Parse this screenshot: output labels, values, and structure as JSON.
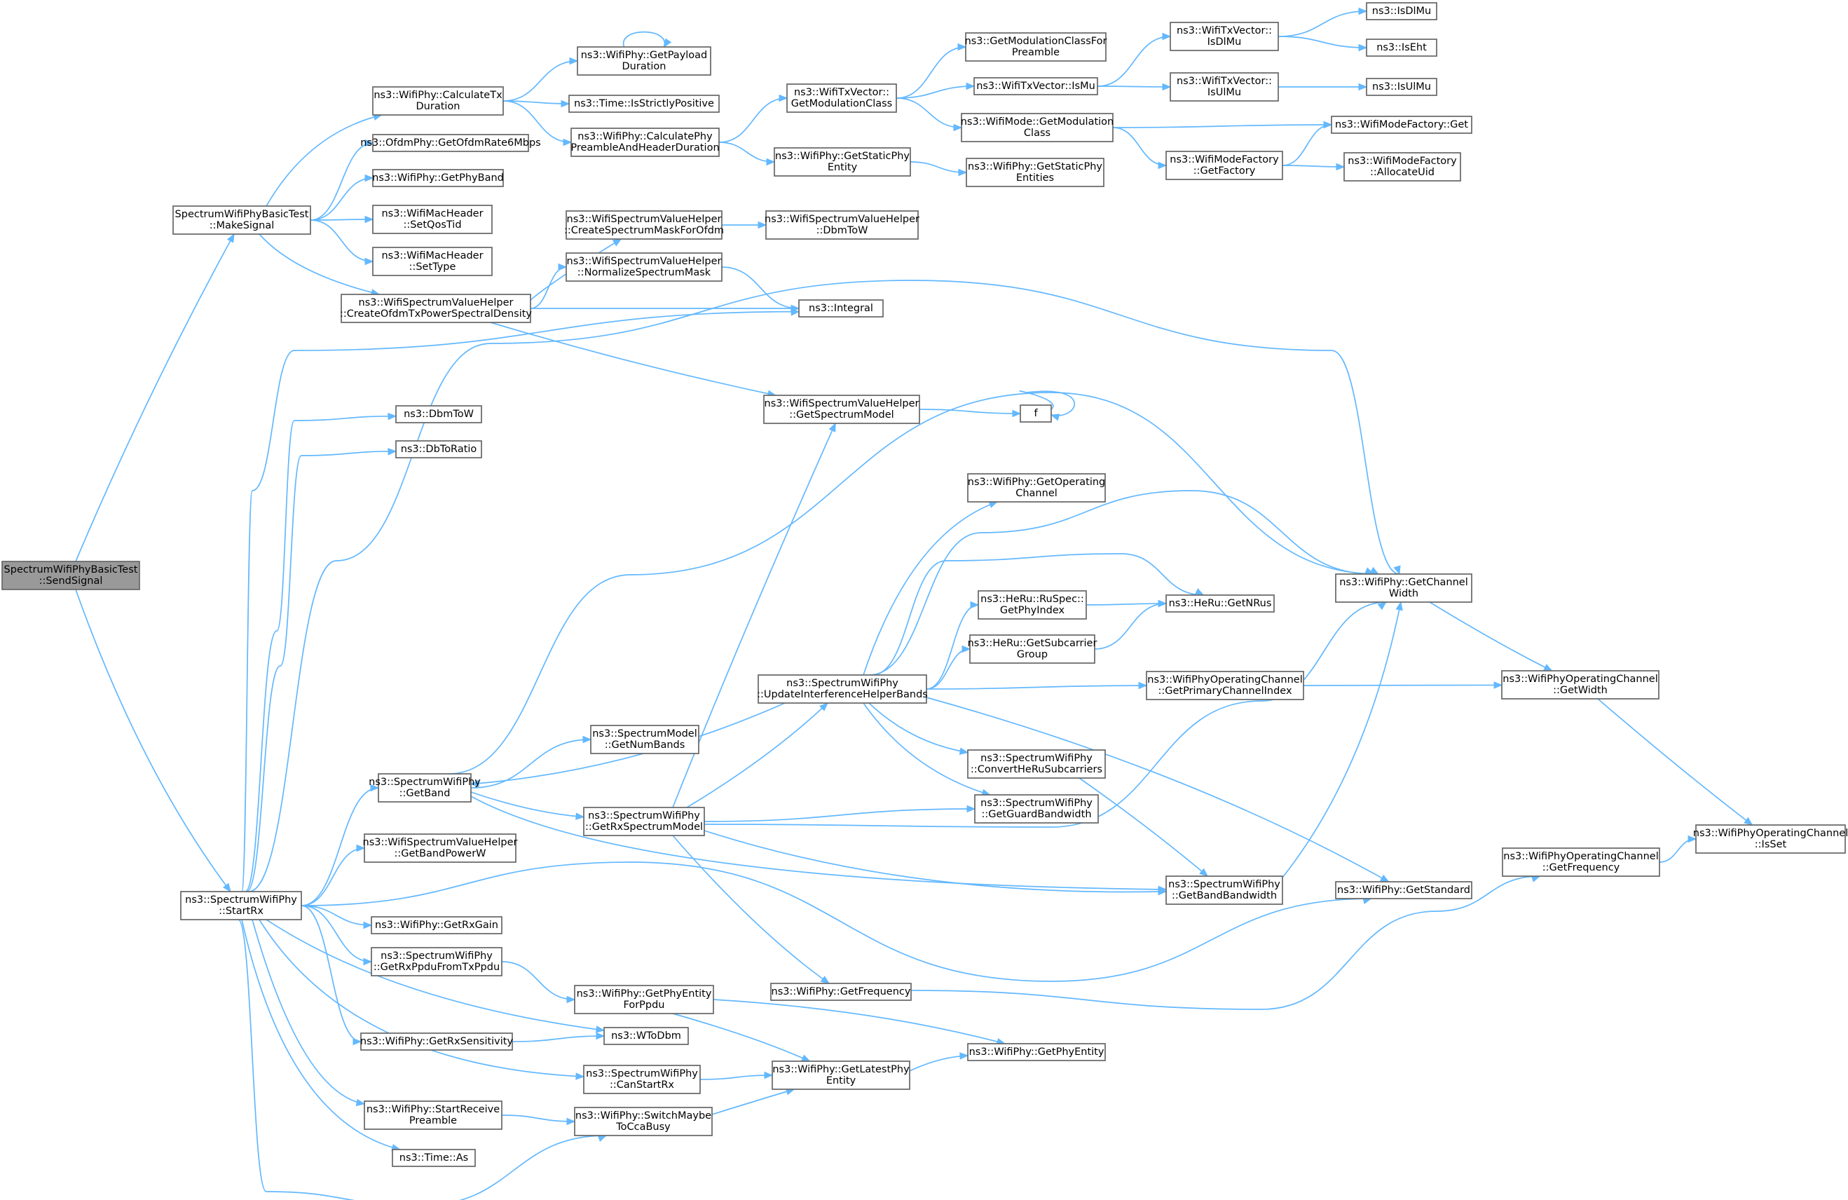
{
  "title": "",
  "colors": {
    "edge": "#63b8ff",
    "node_border": "#666666",
    "root_fill": "#999999",
    "node_fill": "#ffffff"
  },
  "nodes": [
    {
      "id": "sendSignal",
      "lines": [
        "SpectrumWifiPhyBasicTest",
        "::SendSignal"
      ],
      "root": true
    },
    {
      "id": "makeSignal",
      "lines": [
        "SpectrumWifiPhyBasicTest",
        "::MakeSignal"
      ]
    },
    {
      "id": "startRx",
      "lines": [
        "ns3::SpectrumWifiPhy",
        "::StartRx"
      ]
    },
    {
      "id": "calcTxDuration",
      "lines": [
        "ns3::WifiPhy::CalculateTx",
        "Duration"
      ]
    },
    {
      "id": "ofdmRate",
      "lines": [
        "ns3::OfdmPhy::GetOfdmRate6Mbps"
      ]
    },
    {
      "id": "getPhyBand",
      "lines": [
        "ns3::WifiPhy::GetPhyBand"
      ]
    },
    {
      "id": "setQosTid",
      "lines": [
        "ns3::WifiMacHeader",
        "::SetQosTid"
      ]
    },
    {
      "id": "setType",
      "lines": [
        "ns3::WifiMacHeader",
        "::SetType"
      ]
    },
    {
      "id": "createOfdmTxPsd",
      "lines": [
        "ns3::WifiSpectrumValueHelper",
        "::CreateOfdmTxPowerSpectralDensity"
      ]
    },
    {
      "id": "getPayloadDuration",
      "lines": [
        "ns3::WifiPhy::GetPayload",
        "Duration"
      ]
    },
    {
      "id": "isStrictlyPositive",
      "lines": [
        "ns3::Time::IsStrictlyPositive"
      ]
    },
    {
      "id": "calcPreamble",
      "lines": [
        "ns3::WifiPhy::CalculatePhy",
        "PreambleAndHeaderDuration"
      ]
    },
    {
      "id": "createSpectrumMask",
      "lines": [
        "ns3::WifiSpectrumValueHelper",
        "::CreateSpectrumMaskForOfdm"
      ]
    },
    {
      "id": "normalizeMask",
      "lines": [
        "ns3::WifiSpectrumValueHelper",
        "::NormalizeSpectrumMask"
      ]
    },
    {
      "id": "wsvhDbmToW",
      "lines": [
        "ns3::WifiSpectrumValueHelper",
        "::DbmToW"
      ]
    },
    {
      "id": "integral",
      "lines": [
        "ns3::Integral"
      ]
    },
    {
      "id": "getModClass",
      "lines": [
        "ns3::WifiTxVector::",
        "GetModulationClass"
      ]
    },
    {
      "id": "getStaticPhyEntity",
      "lines": [
        "ns3::WifiPhy::GetStaticPhy",
        "Entity"
      ]
    },
    {
      "id": "getModClassPreamble",
      "lines": [
        "ns3::GetModulationClassFor",
        "Preamble"
      ]
    },
    {
      "id": "isMu",
      "lines": [
        "ns3::WifiTxVector::IsMu"
      ]
    },
    {
      "id": "wifiModeGetModClass",
      "lines": [
        "ns3::WifiMode::GetModulation",
        "Class"
      ]
    },
    {
      "id": "getStaticPhyEntities",
      "lines": [
        "ns3::WifiPhy::GetStaticPhy",
        "Entities"
      ]
    },
    {
      "id": "txvIsDlMu",
      "lines": [
        "ns3::WifiTxVector::",
        "IsDlMu"
      ]
    },
    {
      "id": "txvIsUlMu",
      "lines": [
        "ns3::WifiTxVector::",
        "IsUlMu"
      ]
    },
    {
      "id": "getFactory",
      "lines": [
        "ns3::WifiModeFactory",
        "::GetFactory"
      ]
    },
    {
      "id": "isDlMu",
      "lines": [
        "ns3::IsDlMu"
      ]
    },
    {
      "id": "isEht",
      "lines": [
        "ns3::IsEht"
      ]
    },
    {
      "id": "isUlMu",
      "lines": [
        "ns3::IsUlMu"
      ]
    },
    {
      "id": "factoryGet",
      "lines": [
        "ns3::WifiModeFactory::Get"
      ]
    },
    {
      "id": "allocateUid",
      "lines": [
        "ns3::WifiModeFactory",
        "::AllocateUid"
      ]
    },
    {
      "id": "dbmToW",
      "lines": [
        "ns3::DbmToW"
      ]
    },
    {
      "id": "dbToRatio",
      "lines": [
        "ns3::DbToRatio"
      ]
    },
    {
      "id": "getSpectrumModel",
      "lines": [
        "ns3::WifiSpectrumValueHelper",
        "::GetSpectrumModel"
      ]
    },
    {
      "id": "f",
      "lines": [
        "f"
      ]
    },
    {
      "id": "getOperatingChannel",
      "lines": [
        "ns3::WifiPhy::GetOperating",
        "Channel"
      ]
    },
    {
      "id": "getChannelWidth",
      "lines": [
        "ns3::WifiPhy::GetChannel",
        "Width"
      ]
    },
    {
      "id": "getPhyIndex",
      "lines": [
        "ns3::HeRu::RuSpec::",
        "GetPhyIndex"
      ]
    },
    {
      "id": "getNRus",
      "lines": [
        "ns3::HeRu::GetNRus"
      ]
    },
    {
      "id": "getSubcarrierGroup",
      "lines": [
        "ns3::HeRu::GetSubcarrier",
        "Group"
      ]
    },
    {
      "id": "updateInterference",
      "lines": [
        "ns3::SpectrumWifiPhy",
        "::UpdateInterferenceHelperBands"
      ]
    },
    {
      "id": "getPrimaryChannelIndex",
      "lines": [
        "ns3::WifiPhyOperatingChannel",
        "::GetPrimaryChannelIndex"
      ]
    },
    {
      "id": "opGetWidth",
      "lines": [
        "ns3::WifiPhyOperatingChannel",
        "::GetWidth"
      ]
    },
    {
      "id": "getNumBands",
      "lines": [
        "ns3::SpectrumModel",
        "::GetNumBands"
      ]
    },
    {
      "id": "convertHeRu",
      "lines": [
        "ns3::SpectrumWifiPhy",
        "::ConvertHeRuSubcarriers"
      ]
    },
    {
      "id": "getBand",
      "lines": [
        "ns3::SpectrumWifiPhy",
        "::GetBand"
      ]
    },
    {
      "id": "getRxSpectrumModel",
      "lines": [
        "ns3::SpectrumWifiPhy",
        "::GetRxSpectrumModel"
      ]
    },
    {
      "id": "getGuardBandwidth",
      "lines": [
        "ns3::SpectrumWifiPhy",
        "::GetGuardBandwidth"
      ]
    },
    {
      "id": "getBandPowerW",
      "lines": [
        "ns3::WifiSpectrumValueHelper",
        "::GetBandPowerW"
      ]
    },
    {
      "id": "opIsSet",
      "lines": [
        "ns3::WifiPhyOperatingChannel",
        "::IsSet"
      ]
    },
    {
      "id": "opGetFrequency",
      "lines": [
        "ns3::WifiPhyOperatingChannel",
        "::GetFrequency"
      ]
    },
    {
      "id": "getBandBandwidth",
      "lines": [
        "ns3::SpectrumWifiPhy",
        "::GetBandBandwidth"
      ]
    },
    {
      "id": "getStandard",
      "lines": [
        "ns3::WifiPhy::GetStandard"
      ]
    },
    {
      "id": "getRxGain",
      "lines": [
        "ns3::WifiPhy::GetRxGain"
      ]
    },
    {
      "id": "getRxPpdu",
      "lines": [
        "ns3::SpectrumWifiPhy",
        "::GetRxPpduFromTxPpdu"
      ]
    },
    {
      "id": "getFrequency",
      "lines": [
        "ns3::WifiPhy::GetFrequency"
      ]
    },
    {
      "id": "getPhyEntityForPpdu",
      "lines": [
        "ns3::WifiPhy::GetPhyEntity",
        "ForPpdu"
      ]
    },
    {
      "id": "getRxSensitivity",
      "lines": [
        "ns3::WifiPhy::GetRxSensitivity"
      ]
    },
    {
      "id": "wToDbm",
      "lines": [
        "ns3::WToDbm"
      ]
    },
    {
      "id": "getPhyEntity",
      "lines": [
        "ns3::WifiPhy::GetPhyEntity"
      ]
    },
    {
      "id": "canStartRx",
      "lines": [
        "ns3::SpectrumWifiPhy",
        "::CanStartRx"
      ]
    },
    {
      "id": "getLatestPhyEntity",
      "lines": [
        "ns3::WifiPhy::GetLatestPhy",
        "Entity"
      ]
    },
    {
      "id": "startReceivePreamble",
      "lines": [
        "ns3::WifiPhy::StartReceive",
        "Preamble"
      ]
    },
    {
      "id": "switchMaybeCca",
      "lines": [
        "ns3::WifiPhy::SwitchMaybe",
        "ToCcaBusy"
      ]
    },
    {
      "id": "timeAs",
      "lines": [
        "ns3::Time::As"
      ]
    }
  ],
  "edges": [
    [
      "sendSignal",
      "makeSignal"
    ],
    [
      "sendSignal",
      "startRx"
    ],
    [
      "makeSignal",
      "calcTxDuration"
    ],
    [
      "makeSignal",
      "ofdmRate"
    ],
    [
      "makeSignal",
      "getPhyBand"
    ],
    [
      "makeSignal",
      "setQosTid"
    ],
    [
      "makeSignal",
      "setType"
    ],
    [
      "makeSignal",
      "createOfdmTxPsd"
    ],
    [
      "calcTxDuration",
      "getPayloadDuration"
    ],
    [
      "calcTxDuration",
      "isStrictlyPositive"
    ],
    [
      "calcTxDuration",
      "calcPreamble"
    ],
    [
      "getPayloadDuration",
      "getPayloadDuration"
    ],
    [
      "calcPreamble",
      "getModClass"
    ],
    [
      "calcPreamble",
      "getStaticPhyEntity"
    ],
    [
      "getModClass",
      "getModClassPreamble"
    ],
    [
      "getModClass",
      "isMu"
    ],
    [
      "getModClass",
      "wifiModeGetModClass"
    ],
    [
      "isMu",
      "txvIsDlMu"
    ],
    [
      "isMu",
      "txvIsUlMu"
    ],
    [
      "txvIsDlMu",
      "isDlMu"
    ],
    [
      "txvIsDlMu",
      "isEht"
    ],
    [
      "txvIsUlMu",
      "isUlMu"
    ],
    [
      "wifiModeGetModClass",
      "factoryGet"
    ],
    [
      "wifiModeGetModClass",
      "getFactory"
    ],
    [
      "getFactory",
      "factoryGet"
    ],
    [
      "getFactory",
      "allocateUid"
    ],
    [
      "getStaticPhyEntity",
      "getStaticPhyEntities"
    ],
    [
      "createOfdmTxPsd",
      "createSpectrumMask"
    ],
    [
      "createOfdmTxPsd",
      "normalizeMask"
    ],
    [
      "createOfdmTxPsd",
      "integral"
    ],
    [
      "createOfdmTxPsd",
      "getSpectrumModel"
    ],
    [
      "createSpectrumMask",
      "wsvhDbmToW"
    ],
    [
      "normalizeMask",
      "integral"
    ],
    [
      "getSpectrumModel",
      "f"
    ],
    [
      "f",
      "f"
    ],
    [
      "startRx",
      "integral"
    ],
    [
      "startRx",
      "dbmToW"
    ],
    [
      "startRx",
      "dbToRatio"
    ],
    [
      "startRx",
      "getChannelWidth"
    ],
    [
      "startRx",
      "getBand"
    ],
    [
      "startRx",
      "getBandPowerW"
    ],
    [
      "startRx",
      "getRxGain"
    ],
    [
      "startRx",
      "getRxPpdu"
    ],
    [
      "startRx",
      "getStandard"
    ],
    [
      "startRx",
      "getRxSensitivity"
    ],
    [
      "startRx",
      "wToDbm"
    ],
    [
      "startRx",
      "canStartRx"
    ],
    [
      "startRx",
      "startReceivePreamble"
    ],
    [
      "startRx",
      "timeAs"
    ],
    [
      "startRx",
      "switchMaybeCca"
    ],
    [
      "getBand",
      "getChannelWidth"
    ],
    [
      "getBand",
      "getNumBands"
    ],
    [
      "getBand",
      "getRxSpectrumModel"
    ],
    [
      "getBand",
      "getBandBandwidth"
    ],
    [
      "getRxSpectrumModel",
      "getSpectrumModel"
    ],
    [
      "getRxSpectrumModel",
      "updateInterference"
    ],
    [
      "getRxSpectrumModel",
      "getGuardBandwidth"
    ],
    [
      "getRxSpectrumModel",
      "getChannelWidth"
    ],
    [
      "getRxSpectrumModel",
      "getBandBandwidth"
    ],
    [
      "getRxSpectrumModel",
      "getFrequency"
    ],
    [
      "updateInterference",
      "getBand"
    ],
    [
      "updateInterference",
      "getOperatingChannel"
    ],
    [
      "updateInterference",
      "getChannelWidth"
    ],
    [
      "updateInterference",
      "getNRus"
    ],
    [
      "updateInterference",
      "getPhyIndex"
    ],
    [
      "updateInterference",
      "getSubcarrierGroup"
    ],
    [
      "updateInterference",
      "getPrimaryChannelIndex"
    ],
    [
      "updateInterference",
      "convertHeRu"
    ],
    [
      "updateInterference",
      "getGuardBandwidth"
    ],
    [
      "updateInterference",
      "getStandard"
    ],
    [
      "getPhyIndex",
      "getNRus"
    ],
    [
      "getSubcarrierGroup",
      "getNRus"
    ],
    [
      "getPrimaryChannelIndex",
      "opGetWidth"
    ],
    [
      "getChannelWidth",
      "opGetWidth"
    ],
    [
      "opGetWidth",
      "opIsSet"
    ],
    [
      "convertHeRu",
      "getBandBandwidth"
    ],
    [
      "getBandBandwidth",
      "getChannelWidth"
    ],
    [
      "getFrequency",
      "opGetFrequency"
    ],
    [
      "opGetFrequency",
      "opIsSet"
    ],
    [
      "getRxPpdu",
      "getPhyEntityForPpdu"
    ],
    [
      "getPhyEntityForPpdu",
      "getPhyEntity"
    ],
    [
      "getPhyEntityForPpdu",
      "getLatestPhyEntity"
    ],
    [
      "getRxSensitivity",
      "wToDbm"
    ],
    [
      "canStartRx",
      "getLatestPhyEntity"
    ],
    [
      "getLatestPhyEntity",
      "getPhyEntity"
    ],
    [
      "startReceivePreamble",
      "switchMaybeCca"
    ],
    [
      "switchMaybeCca",
      "getLatestPhyEntity"
    ]
  ]
}
